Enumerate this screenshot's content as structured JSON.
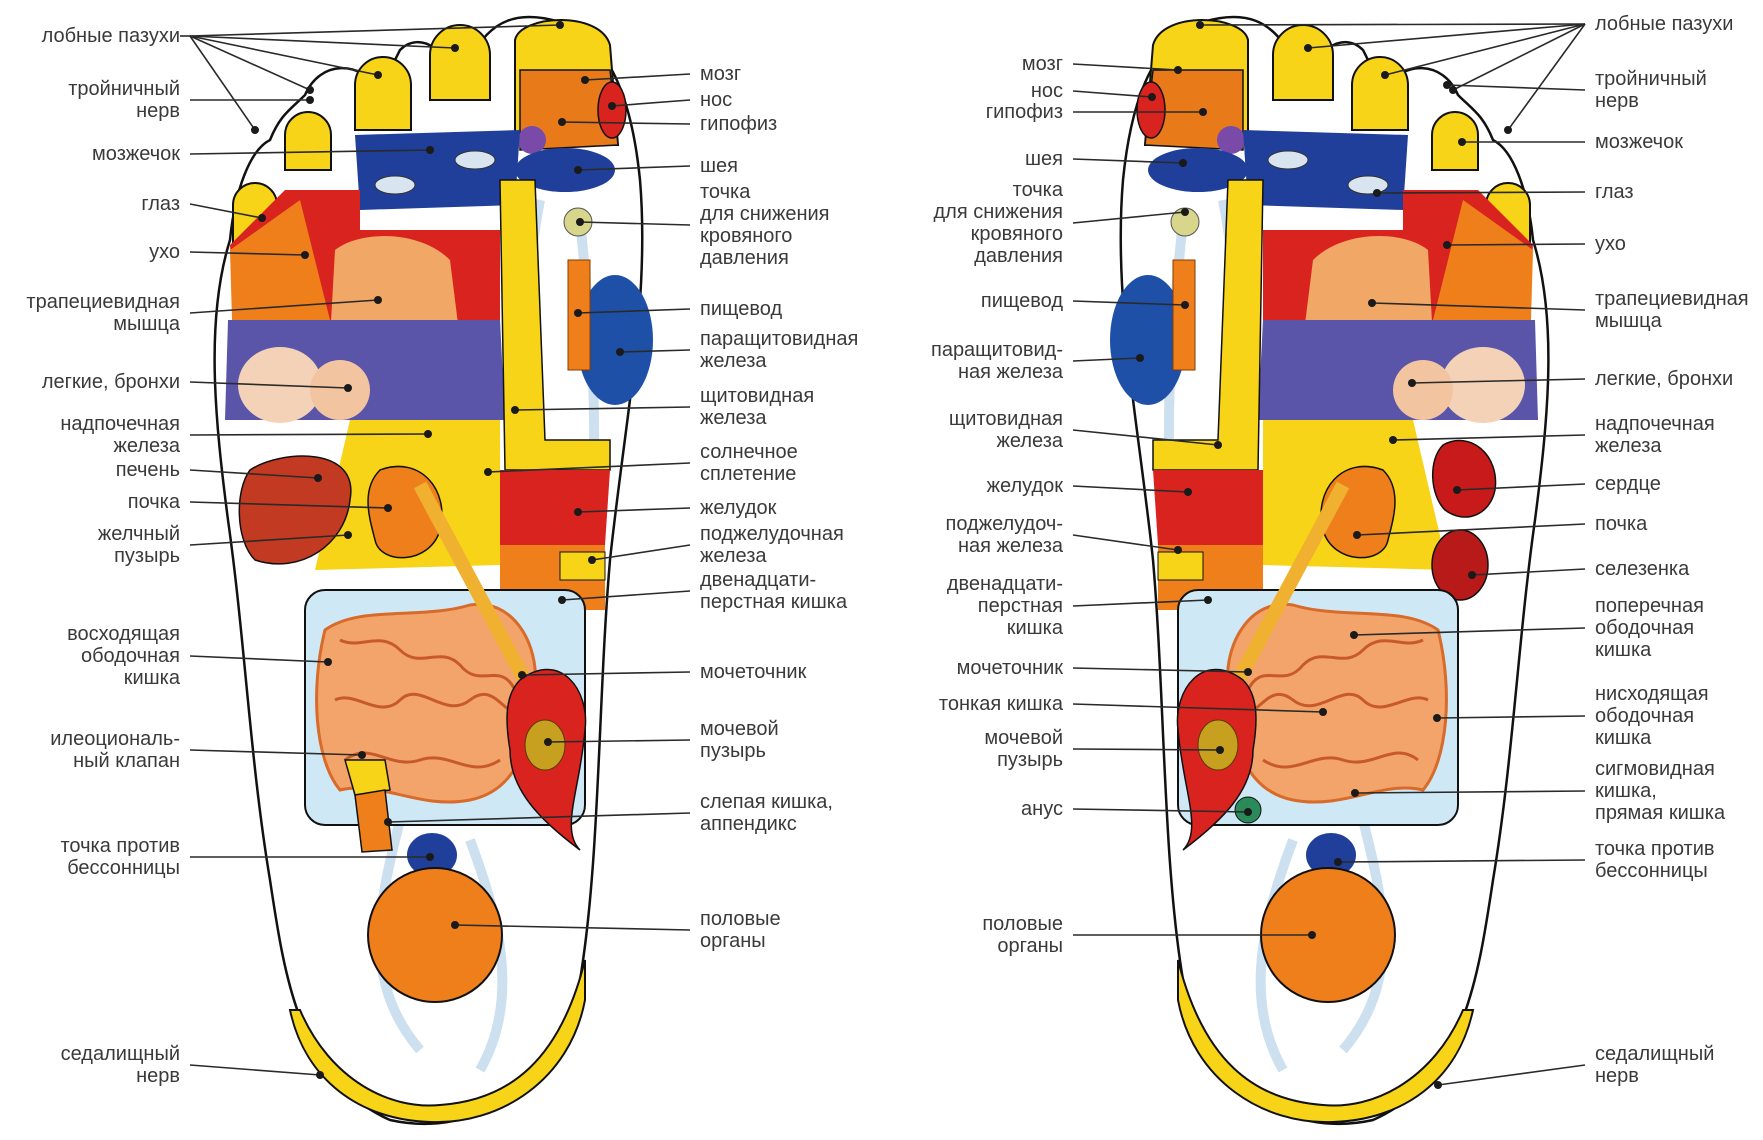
{
  "left_foot": {
    "labels_left": [
      [
        "лобные пазухи"
      ],
      [
        "тройничный",
        "нерв"
      ],
      [
        "мозжечок"
      ],
      [
        "глаз"
      ],
      [
        "ухо"
      ],
      [
        "трапециевидная",
        "мышца"
      ],
      [
        "легкие, бронхи"
      ],
      [
        "надпочечная",
        "железа"
      ],
      [
        "печень"
      ],
      [
        "почка"
      ],
      [
        "желчный",
        "пузырь"
      ],
      [
        "восходящая",
        "ободочная",
        "кишка"
      ],
      [
        "илеоциональ-",
        "ный клапан"
      ],
      [
        "точка против",
        "бессонницы"
      ],
      [
        "седалищный",
        "нерв"
      ]
    ],
    "labels_right": [
      [
        "мозг"
      ],
      [
        "нос"
      ],
      [
        "гипофиз"
      ],
      [
        "шея"
      ],
      [
        "точка",
        "для снижения",
        "кровяного",
        "давления"
      ],
      [
        "пищевод"
      ],
      [
        "паращитовидная",
        "железа"
      ],
      [
        "щитовидная",
        "железа"
      ],
      [
        "солнечное",
        "сплетение"
      ],
      [
        "желудок"
      ],
      [
        "поджелудочная",
        "железа"
      ],
      [
        "двенадцати-",
        "перстная кишка"
      ],
      [
        "мочеточник"
      ],
      [
        "мочевой",
        "пузырь"
      ],
      [
        "слепая кишка,",
        "аппендикс"
      ],
      [
        "половые",
        "органы"
      ]
    ]
  },
  "right_foot": {
    "labels_left": [
      [
        "мозг"
      ],
      [
        "нос"
      ],
      [
        "гипофиз"
      ],
      [
        "шея"
      ],
      [
        "точка",
        "для снижения",
        "кровяного",
        "давления"
      ],
      [
        "пищевод"
      ],
      [
        "паращитовид-",
        "ная железа"
      ],
      [
        "щитовидная",
        "железа"
      ],
      [
        "желудок"
      ],
      [
        "поджелудоч-",
        "ная железа"
      ],
      [
        "двенадцати-",
        "перстная",
        "кишка"
      ],
      [
        "мочеточник"
      ],
      [
        "тонкая кишка"
      ],
      [
        "мочевой",
        "пузырь"
      ],
      [
        "анус"
      ],
      [
        "половые",
        "органы"
      ]
    ],
    "labels_right": [
      [
        "лобные пазухи"
      ],
      [
        "тройничный",
        "нерв"
      ],
      [
        "мозжечок"
      ],
      [
        "глаз"
      ],
      [
        "ухо"
      ],
      [
        "трапециевидная",
        "мышца"
      ],
      [
        "легкие, бронхи"
      ],
      [
        "надпочечная",
        "железа"
      ],
      [
        "сердце"
      ],
      [
        "почка"
      ],
      [
        "селезенка"
      ],
      [
        "поперечная",
        "ободочная",
        "кишка"
      ],
      [
        "нисходящая",
        "ободочная",
        "кишка"
      ],
      [
        "сигмовидная",
        "кишка,",
        "прямая кишка"
      ],
      [
        "точка против",
        "бессонницы"
      ],
      [
        "седалищный",
        "нерв"
      ]
    ]
  },
  "colors": {
    "yellow": "#f7d417",
    "blue": "#1f3f9a",
    "red": "#d9231f",
    "orange": "#ef7f1a",
    "purple": "#5a55a8",
    "light_blue": "#cfe8f6",
    "skin": "#f1a766",
    "intestine": "#f3a46a",
    "outline": "#111111"
  }
}
